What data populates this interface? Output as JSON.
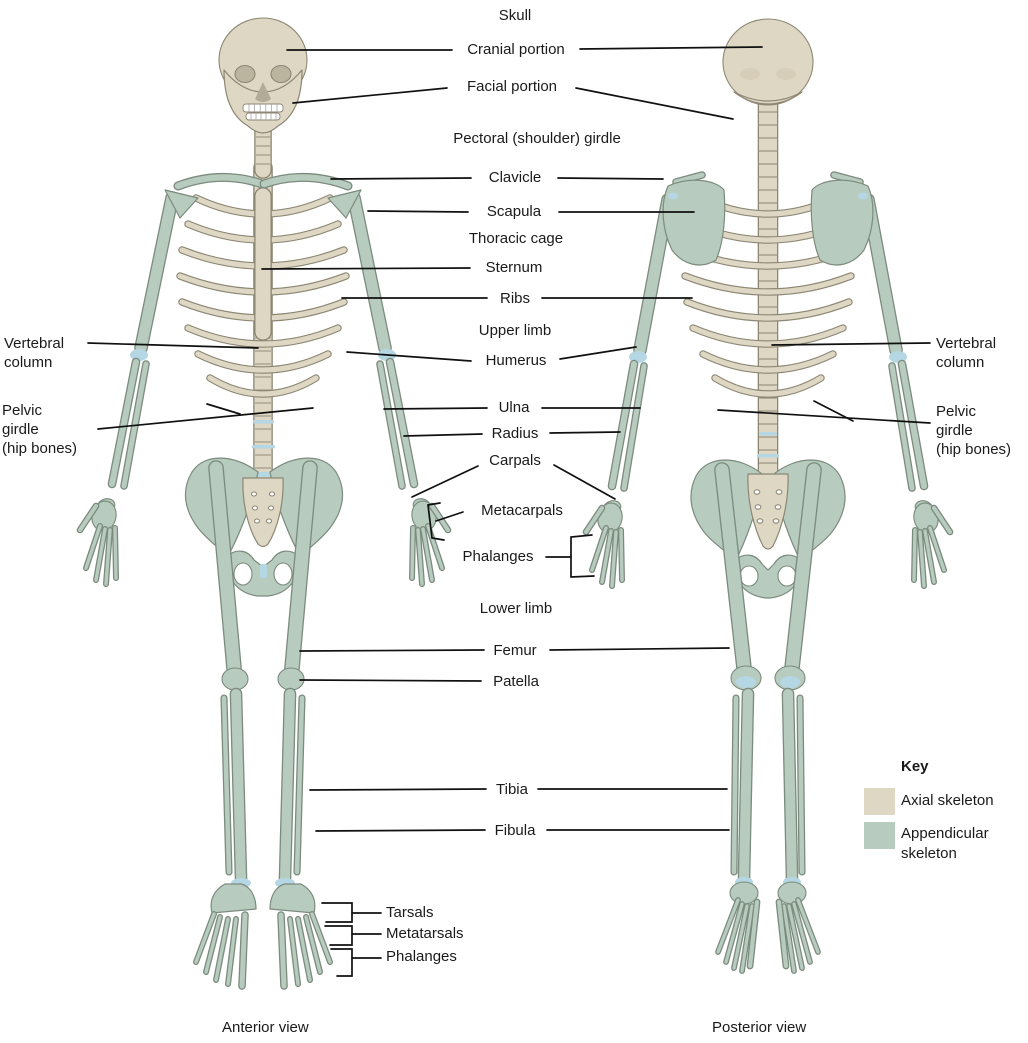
{
  "labels": {
    "skull": "Skull",
    "cranial_portion": "Cranial portion",
    "facial_portion": "Facial portion",
    "pectoral_girdle": "Pectoral (shoulder) girdle",
    "clavicle": "Clavicle",
    "scapula": "Scapula",
    "thoracic_cage": "Thoracic cage",
    "sternum": "Sternum",
    "ribs": "Ribs",
    "upper_limb": "Upper limb",
    "humerus": "Humerus",
    "vertebral_column": "Vertebral\ncolumn",
    "ulna": "Ulna",
    "radius": "Radius",
    "pelvic_girdle": "Pelvic\ngirdle\n(hip bones)",
    "carpals": "Carpals",
    "metacarpals": "Metacarpals",
    "phalanges_hand": "Phalanges",
    "lower_limb": "Lower limb",
    "femur": "Femur",
    "patella": "Patella",
    "tibia": "Tibia",
    "fibula": "Fibula",
    "tarsals": "Tarsals",
    "metatarsals": "Metatarsals",
    "phalanges_foot": "Phalanges"
  },
  "captions": {
    "anterior": "Anterior view",
    "posterior": "Posterior view"
  },
  "key": {
    "title": "Key",
    "items": [
      {
        "label": "Axial skeleton",
        "color": "#DED7C4"
      },
      {
        "label": "Appendicular skeleton",
        "color": "#B7CBBE"
      }
    ]
  }
}
